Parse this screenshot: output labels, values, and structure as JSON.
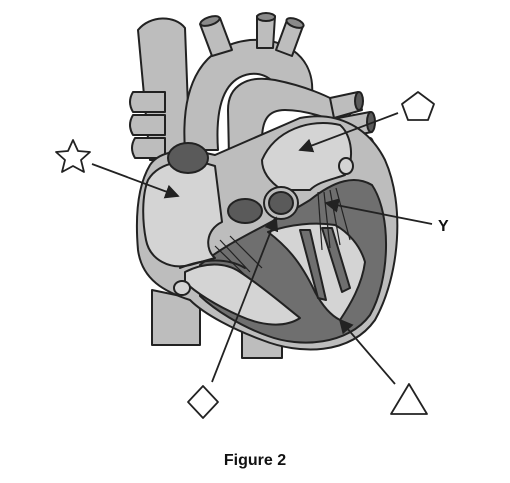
{
  "figure": {
    "caption": "Figure 2",
    "label_y": "Y",
    "colors": {
      "vessel": "#bdbdbd",
      "chamber_light": "#d4d4d4",
      "muscle_dark": "#6f6f6f",
      "vessel_opening": "#5a5a5a",
      "outline": "#222222"
    },
    "symbols": [
      "star",
      "pentagon",
      "diamond",
      "triangle"
    ]
  }
}
